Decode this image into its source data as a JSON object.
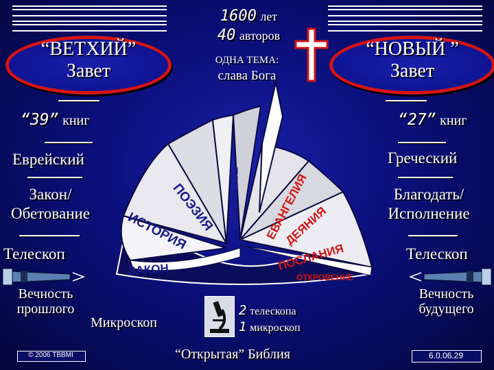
{
  "header": {
    "years": "1600",
    "years_unit": "лет",
    "authors": "40",
    "authors_unit": "авторов",
    "theme_label": "ОДНА ТЕМА:",
    "theme": "слава Бога"
  },
  "old_testament": {
    "title_line1": "“ВЕТХИЙ”",
    "title_line2": "Завет",
    "book_count": "“39”",
    "book_unit": "книг",
    "language": "Еврейский",
    "theme_line1": "Закон/",
    "theme_line2": "Обетование",
    "tool": "Телескоп",
    "scope_line1": "Вечность",
    "scope_line2": "прошлого"
  },
  "new_testament": {
    "title_line1": "“НОВЫЙ ”",
    "title_line2": "Завет",
    "book_count": "“27”",
    "book_unit": "книг",
    "language": "Греческий",
    "theme_line1": "Благодать/",
    "theme_line2": "Исполнение",
    "tool": "Телескоп",
    "scope_line1": "Вечность",
    "scope_line2": "будущего"
  },
  "book_sections": {
    "law": "ЗАКОН",
    "history": "ИСТОРИЯ",
    "poetry": "ПОЭЗИЯ",
    "prophets": "ПРОРОКИ",
    "gospels": "ЕВАНГЕЛИЯ",
    "acts": "ДЕЯНИЯ",
    "epistles": "ПОСЛАНИЯ",
    "revelation": "ОТКРОВЕНИЕ"
  },
  "microscope_label": "Микроскоп",
  "legend": {
    "telescopes_count": "2",
    "telescopes_label": "телескопа",
    "microscope_count": "1",
    "microscope_label": "микроскоп"
  },
  "footer": {
    "open_bible": "“Открытая” Библия",
    "copyright": "© 2006 TBBMI",
    "code": "6.0.06.29"
  },
  "colors": {
    "oval_border": "#d41414",
    "cross": "#d41414",
    "red_text": "#d41414",
    "background": "#0a0f7a"
  }
}
